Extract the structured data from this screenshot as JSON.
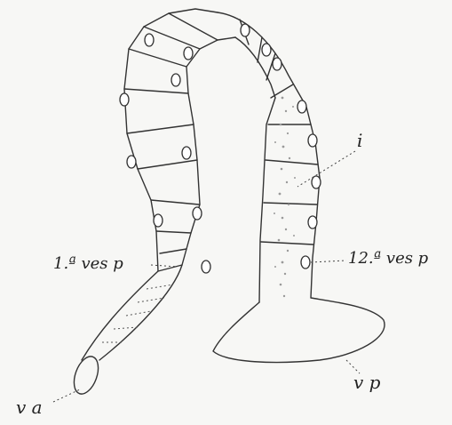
{
  "labels": {
    "i": "i",
    "ves_1": "1.ª ves p",
    "ves_12": "12.ª ves p",
    "vp": "v p",
    "va": "v a"
  },
  "colors": {
    "ink": "#333333",
    "stipple": "#9a9a9a",
    "paper": "#f7f7f5"
  }
}
